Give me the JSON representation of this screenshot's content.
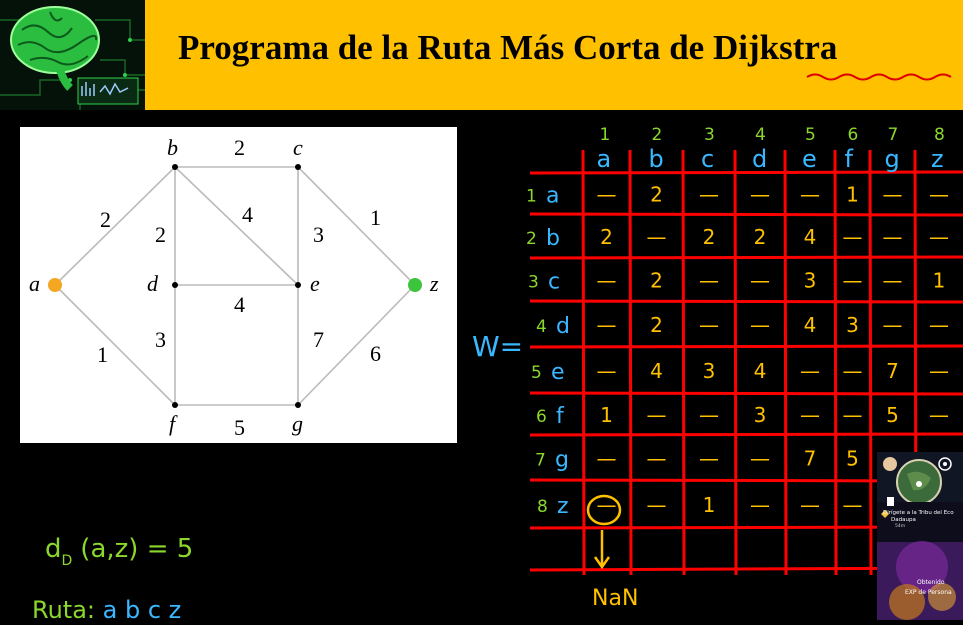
{
  "banner": {
    "title": "Programa de la Ruta Más Corta de Dijkstra"
  },
  "graph": {
    "nodes": [
      {
        "id": "a",
        "label": "a"
      },
      {
        "id": "b",
        "label": "b"
      },
      {
        "id": "c",
        "label": "c"
      },
      {
        "id": "d",
        "label": "d"
      },
      {
        "id": "e",
        "label": "e"
      },
      {
        "id": "f",
        "label": "f"
      },
      {
        "id": "g",
        "label": "g"
      },
      {
        "id": "z",
        "label": "z"
      }
    ],
    "edges": [
      {
        "from": "a",
        "to": "b",
        "weight": "2"
      },
      {
        "from": "a",
        "to": "f",
        "weight": "1"
      },
      {
        "from": "b",
        "to": "c",
        "weight": "2"
      },
      {
        "from": "b",
        "to": "d",
        "weight": "2"
      },
      {
        "from": "b",
        "to": "e",
        "weight": "4"
      },
      {
        "from": "c",
        "to": "e",
        "weight": "3"
      },
      {
        "from": "c",
        "to": "z",
        "weight": "1"
      },
      {
        "from": "d",
        "to": "e",
        "weight": "4"
      },
      {
        "from": "d",
        "to": "f",
        "weight": "3"
      },
      {
        "from": "e",
        "to": "g",
        "weight": "7"
      },
      {
        "from": "f",
        "to": "g",
        "weight": "5"
      },
      {
        "from": "g",
        "to": "z",
        "weight": "6"
      }
    ],
    "source_marker_color": "#f5a623",
    "target_marker_color": "#3cc43c"
  },
  "matrix": {
    "label": "W=",
    "column_indices": [
      "1",
      "2",
      "3",
      "4",
      "5",
      "6",
      "7",
      "8"
    ],
    "column_letters": [
      "a",
      "b",
      "c",
      "d",
      "e",
      "f",
      "g",
      "z"
    ],
    "row_indices": [
      "1",
      "2",
      "3",
      "4",
      "5",
      "6",
      "7",
      "8"
    ],
    "row_letters": [
      "a",
      "b",
      "c",
      "d",
      "e",
      "f",
      "g",
      "z"
    ],
    "cells": [
      [
        "—",
        "2",
        "—",
        "—",
        "—",
        "1",
        "—",
        "—"
      ],
      [
        "2",
        "—",
        "2",
        "2",
        "4",
        "—",
        "—",
        "—"
      ],
      [
        "—",
        "2",
        "—",
        "—",
        "3",
        "—",
        "—",
        "1"
      ],
      [
        "—",
        "2",
        "—",
        "—",
        "4",
        "3",
        "—",
        "—"
      ],
      [
        "—",
        "4",
        "3",
        "4",
        "—",
        "—",
        "7",
        "—"
      ],
      [
        "1",
        "—",
        "—",
        "3",
        "—",
        "—",
        "5",
        "—"
      ],
      [
        "—",
        "—",
        "—",
        "—",
        "7",
        "5",
        "",
        ""
      ],
      [
        "—",
        "—",
        "1",
        "—",
        "—",
        "—",
        "",
        ""
      ]
    ],
    "circled_cell_note": "NaN",
    "grid_color": "#ff0000",
    "index_color": "#8bd82c",
    "letter_color": "#3ab8ff",
    "value_color": "#ffc000"
  },
  "notes": {
    "distance": "d",
    "distance_sub": "D",
    "distance_args": "(a,z) = 5",
    "route_label": "Ruta:",
    "route_nodes": "a  b  c  z"
  },
  "game_overlay": {
    "quest_text": "Dirígete a la Tribu del Eco",
    "quest_sub": "Dadaupa",
    "quest_distance": "54m",
    "reward_title": "Obtenido",
    "reward_text": "EXP de Persona"
  }
}
